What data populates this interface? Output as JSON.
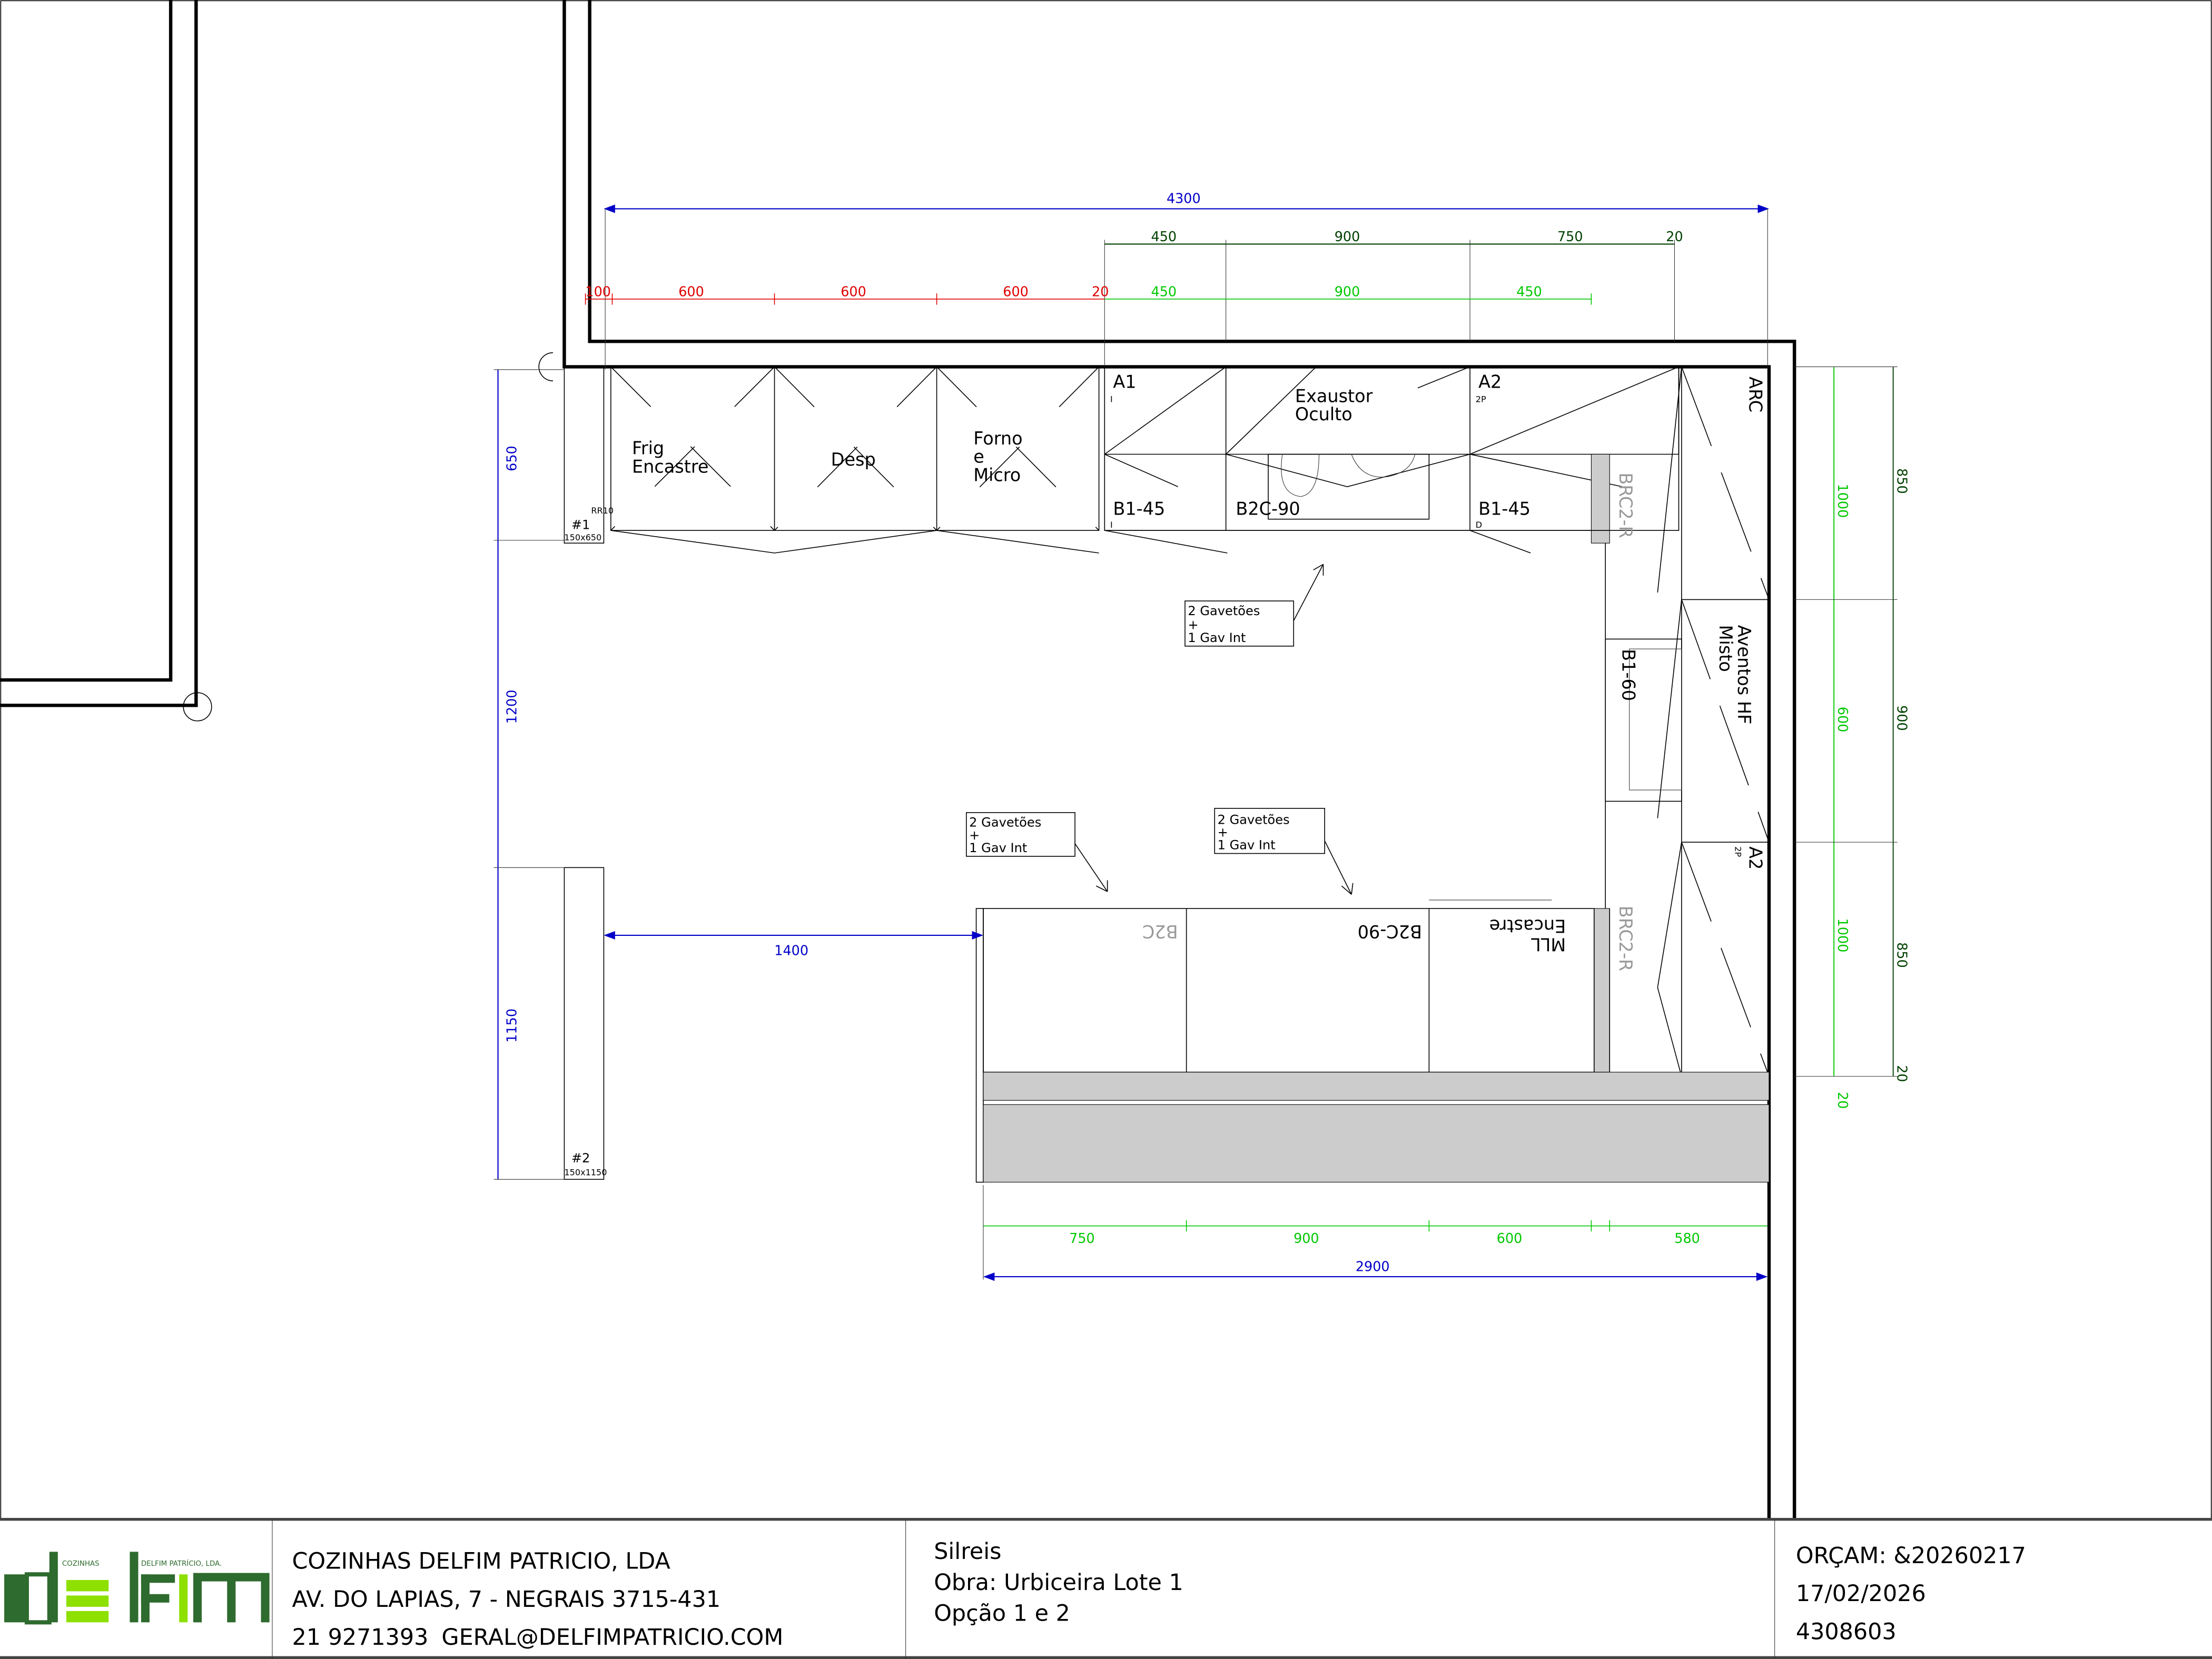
{
  "dimensions": {
    "total_width": "4300",
    "upper_dark": [
      "450",
      "900",
      "750",
      "20"
    ],
    "upper_red": [
      "100",
      "600",
      "600",
      "600",
      "20"
    ],
    "upper_green": [
      "450",
      "900",
      "450"
    ],
    "left": [
      "650",
      "1200",
      "1150"
    ],
    "gap": "1400",
    "right_green": [
      "1000",
      "600",
      "1000",
      "20"
    ],
    "right_dark": [
      "850",
      "900",
      "850",
      "20"
    ],
    "bottom_green": [
      "750",
      "900",
      "600",
      "580"
    ],
    "bottom_total": "2900"
  },
  "modules": {
    "frig_1": "Frig",
    "frig_2": "Encastre",
    "desp": "Desp",
    "forno_1": "Forno",
    "forno_2": "e",
    "forno_3": "Micro",
    "a1": "A1",
    "exaustor_1": "Exaustor",
    "exaustor_2": "Oculto",
    "a2_top": "A2",
    "a2_top_sub": "2P",
    "b1_45_left": "B1-45",
    "b2c_90_top": "B2C-90",
    "b1_45_right": "B1-45",
    "brc2r_top": "BRC2-R",
    "arc": "ARC",
    "aventos_1": "Aventos HF",
    "aventos_2": "Misto",
    "b1_60": "B1-60",
    "a2_right": "A2",
    "a2_right_sub": "2P",
    "brc2r_bottom": "BRC2-R",
    "b2c": "B2C",
    "b2c_90_bottom": "B2C-90",
    "mll_1": "MLL",
    "mll_2": "Encastre",
    "rr": "RR10",
    "marker1": "#1",
    "marker1_size": "150x650",
    "marker2": "#2",
    "marker2_size": "150x1150",
    "side_i": "I",
    "side_d": "D"
  },
  "notes": [
    {
      "l1": "2 Gavetões",
      "l2": "+",
      "l3": "1 Gav Int"
    },
    {
      "l1": "2 Gavetões",
      "l2": "+",
      "l3": "1 Gav Int"
    },
    {
      "l1": "2 Gavetões",
      "l2": "+",
      "l3": "1 Gav Int"
    }
  ],
  "title_block": {
    "logo_text": "delfim",
    "logo_small_left": "COZINHAS",
    "logo_small_right": "DELFIM PATRÍCIO, LDA.",
    "company": "COZINHAS DELFIM PATRICIO, LDA",
    "address": "AV. DO LAPIAS, 7 - NEGRAIS 3715-431",
    "phone": "21 9271393",
    "email": "GERAL@DELFIMPATRICIO.COM",
    "client": "Silreis",
    "obra": "Obra: Urbiceira Lote 1",
    "opcao": "Opção 1 e 2",
    "orcamento": "ORÇAM: &20260217",
    "orcamento_overlay": "17/02/2026",
    "orcamento_overlay2": "4308603"
  },
  "colors": {
    "blue": "#0000c8",
    "red": "#e00000",
    "green": "#00c800",
    "dark_green": "#004000",
    "logo_dark": "#2e6b2e",
    "logo_light": "#8ee000"
  }
}
